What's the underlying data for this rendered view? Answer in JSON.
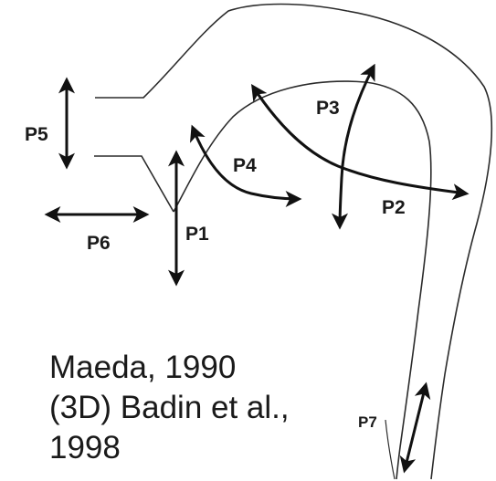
{
  "labels": {
    "p1": "P1",
    "p2": "P2",
    "p3": "P3",
    "p4": "P4",
    "p5": "P5",
    "p6": "P6",
    "p7": "P7"
  },
  "caption": {
    "line1": "Maeda, 1990",
    "line2": "(3D) Badin et al.,",
    "line3": "1998"
  },
  "colors": {
    "outline": "#2b2b2b",
    "arrow": "#111111",
    "text": "#1a1a1a"
  }
}
